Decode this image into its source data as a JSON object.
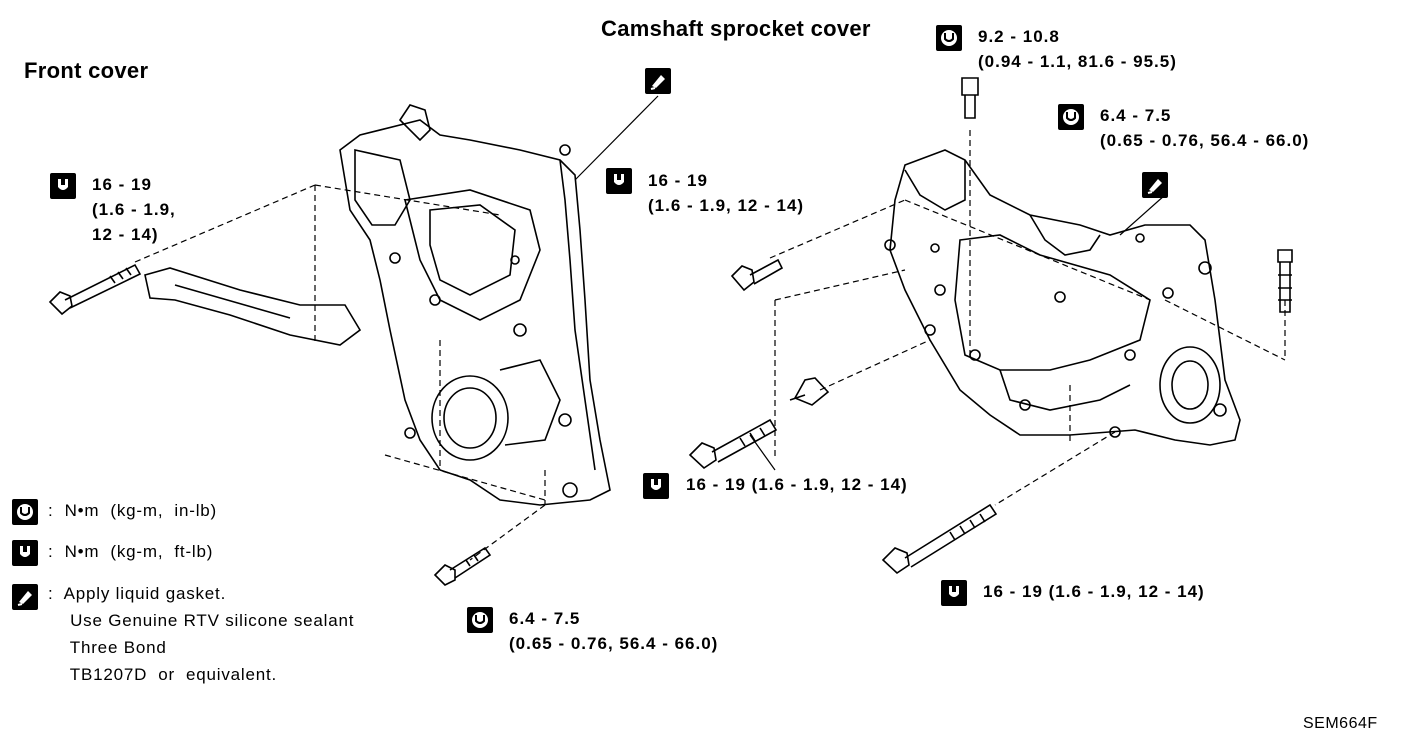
{
  "titles": {
    "front_cover": "Front cover",
    "camshaft_cover": "Camshaft sprocket cover"
  },
  "torques": {
    "t1": "16 - 19\n(1.6 - 1.9,\n12 - 14)",
    "t2": "16 - 19\n(1.6 - 1.9, 12 - 14)",
    "t3": "9.2 - 10.8\n(0.94 - 1.1, 81.6 - 95.5)",
    "t4": "6.4 - 7.5\n(0.65 - 0.76, 56.4 - 66.0)",
    "t5": "16 - 19 (1.6 - 1.9, 12 - 14)",
    "t6": "16 - 19 (1.6 - 1.9, 12 - 14)",
    "t7": "6.4 - 7.5\n(0.65 - 0.76, 56.4 - 66.0)"
  },
  "legend": {
    "nm_inlb": ":  N•m  (kg-m,  in-lb)",
    "nm_ftlb": ":  N•m  (kg-m,  ft-lb)",
    "gasket": ":  Apply liquid gasket.\n    Use Genuine RTV silicone sealant\n    Three Bond\n    TB1207D  or  equivalent."
  },
  "figure_code": "SEM664F"
}
